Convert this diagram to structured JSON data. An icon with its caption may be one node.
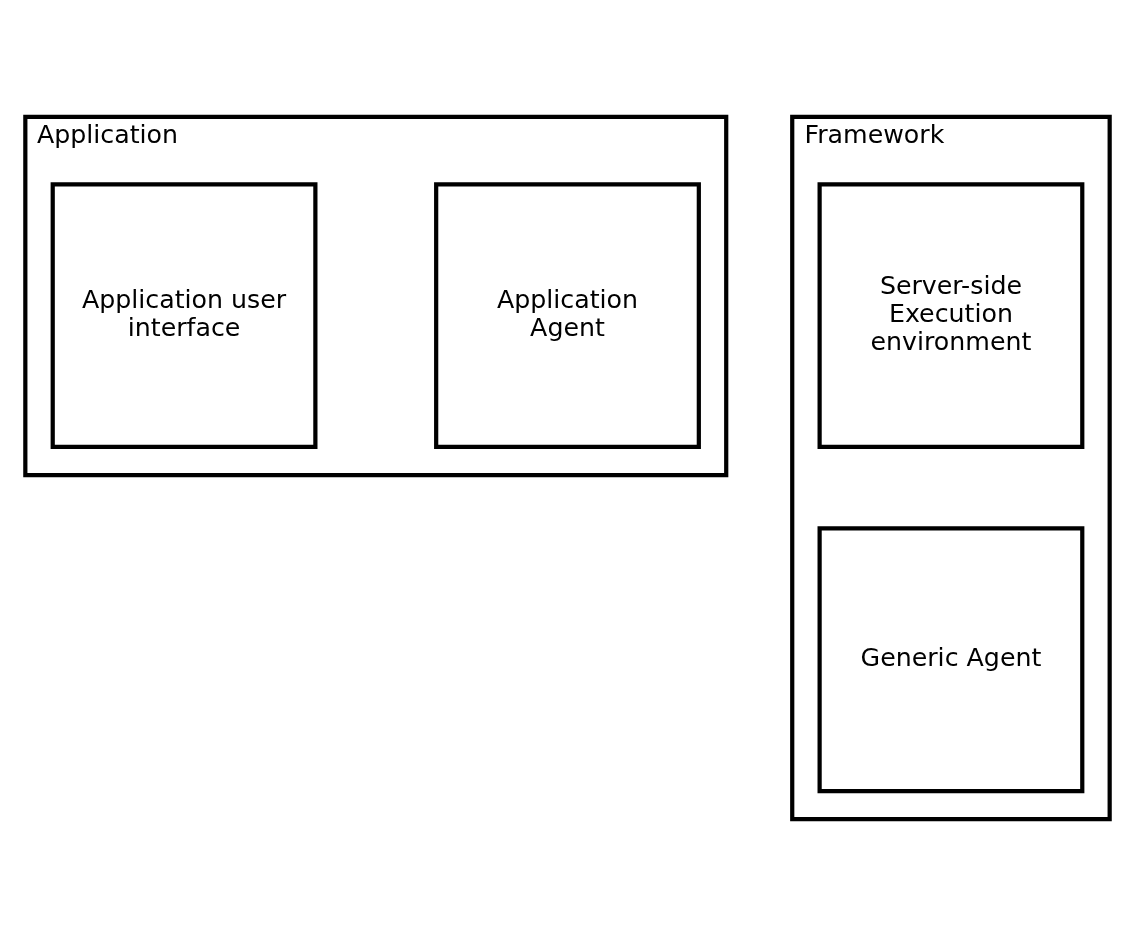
{
  "diagram": {
    "nodes": [
      {
        "text": [
          "Application"
        ]
      },
      {
        "text": [
          "Application Agent"
        ],
        "in": 0
      },
      {
        "text": [
          "Application user interface"
        ],
        "in": 0
      },
      {
        "text": [
          "Framework"
        ]
      },
      {
        "text": [
          "Generic Agent"
        ],
        "in": 3
      },
      {
        "text": [
          "Server-side Execution environment"
        ],
        "in": 3
      }
    ]
  }
}
